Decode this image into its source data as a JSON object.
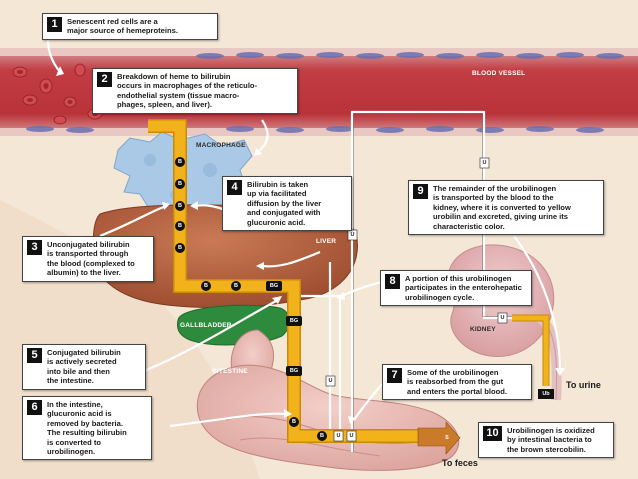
{
  "callouts": [
    {
      "num": "1",
      "text": "Senescent red cells are a\nmajor source of hemeproteins."
    },
    {
      "num": "2",
      "text": "Breakdown of heme to bilirubin\noccurs in macrophages of the reticulo-\nendothelial system (tissue macro-\nphages, spleen, and liver)."
    },
    {
      "num": "3",
      "text": "Unconjugated bilirubin\nis transported through\nthe blood (complexed to\nalbumin) to the liver."
    },
    {
      "num": "4",
      "text": "Bilirubin is taken\nup via facilitated\ndiffusion by the liver\nand conjugated with\nglucuronic acid."
    },
    {
      "num": "5",
      "text": "Conjugated bilirubin\nis actively secreted\ninto bile and then\nthe intestine."
    },
    {
      "num": "6",
      "text": "In the intestine,\nglucuronic acid is\nremoved by bacteria.\nThe resulting bilirubin\nis converted to\nurobilinogen."
    },
    {
      "num": "7",
      "text": "Some of the urobilinogen\nis reabsorbed from the gut\nand enters the portal blood."
    },
    {
      "num": "8",
      "text": "A portion of this urobilinogen\nparticipates in the enterohepatic\nurobilinogen cycle."
    },
    {
      "num": "9",
      "text": "The remainder of the urobilinogen\nis transported by the blood to the\nkidney, where it is converted to yellow\nurobilin and excreted, giving urine its\ncharacteristic color."
    },
    {
      "num": "10",
      "text": "Urobilinogen is oxidized\nby intestinal bacteria to\nthe brown stercobilin."
    }
  ],
  "labels": {
    "blood_vessel": "BLOOD VESSEL",
    "macrophage": "MACROPHAGE",
    "liver": "LIVER",
    "gallbladder": "GALLBLADDER",
    "intestine": "INTESTINE",
    "kidney": "KIDNEY",
    "to_urine": "To urine",
    "to_feces": "To feces"
  },
  "tags": {
    "b": "B",
    "bg": "BG",
    "u": "U",
    "s": "S",
    "ub": "Ub"
  },
  "colors": {
    "pathway": "#f2b21b",
    "pathway_edge": "#c98a0a",
    "vessel": "#c2454a",
    "liver": "#b5603e",
    "gallbladder": "#2e8b3e",
    "intestine": "#e9b8b0",
    "kidney": "#e2b7b6",
    "macrophage": "#a8c8e6",
    "stercobilin": "#c97b2a"
  }
}
